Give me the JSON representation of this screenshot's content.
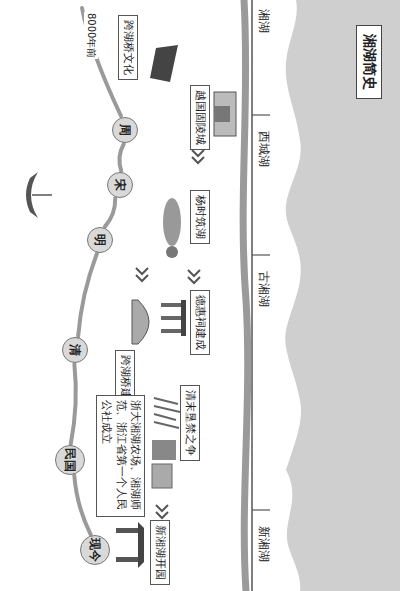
{
  "diagram": {
    "title": "湘湖简史",
    "nodes": [
      {
        "text": [
          "跨湖桥文化"
        ]
      },
      {
        "text": [
          "越国固陵城"
        ]
      },
      {
        "text": [
          "杨时筑湖"
        ]
      },
      {
        "text": [
          "德惠祠建成"
        ]
      },
      {
        "text": [
          "跨湖桥建造"
        ]
      },
      {
        "text": [
          "清末垦禁之争"
        ]
      },
      {
        "text": [
          "浙大湘湖农场、湘湖师范、浙江省第一个人民公社成立"
        ]
      },
      {
        "text": [
          "新湘湖开园"
        ]
      },
      {
        "text": [
          "周"
        ]
      },
      {
        "text": [
          "宋"
        ]
      },
      {
        "text": [
          "明"
        ]
      },
      {
        "text": [
          "清"
        ]
      },
      {
        "text": [
          "民国"
        ]
      },
      {
        "text": [
          "现今"
        ]
      }
    ],
    "edges": [
      {
        "from": 8,
        "to": 9,
        "arrow": "none"
      },
      {
        "from": 9,
        "to": 10,
        "arrow": "none"
      },
      {
        "from": 10,
        "to": 11,
        "arrow": "none"
      },
      {
        "from": 11,
        "to": 12,
        "arrow": "none"
      },
      {
        "from": 12,
        "to": 13,
        "arrow": "none"
      }
    ],
    "labels": [
      "湘湖",
      "西城湖",
      "古湘湖",
      "新湘湖",
      "8000年前"
    ]
  }
}
